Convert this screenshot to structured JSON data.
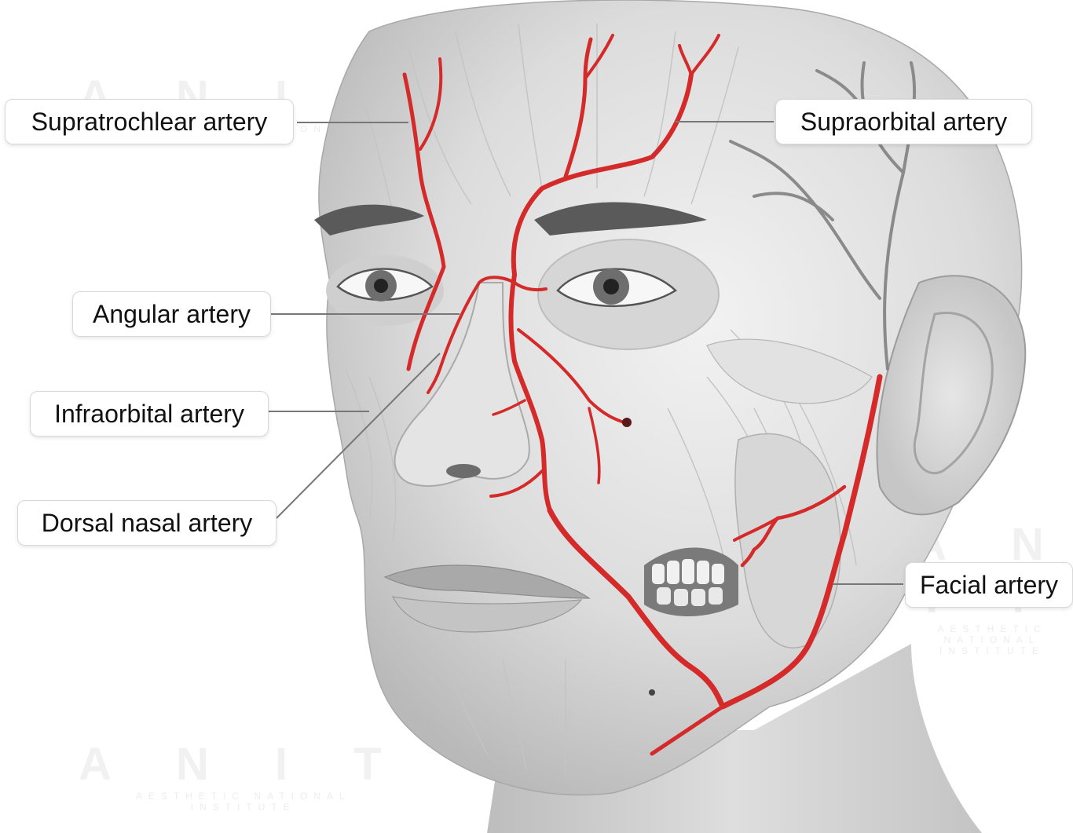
{
  "labels": {
    "supratrochlear": "Supratrochlear artery",
    "supraorbital": "Supraorbital artery",
    "angular": "Angular artery",
    "infraorbital": "Infraorbital artery",
    "dorsal_nasal": "Dorsal nasal artery",
    "facial": "Facial artery"
  },
  "watermark": {
    "letters": "A N I T",
    "line1": "AESTHETIC NATIONAL",
    "line2": "INSTITUTE"
  },
  "colors": {
    "artery": "#d42a2a",
    "vessel_gray": "#8a8a8a",
    "skin_light": "#ececec",
    "skin_mid": "#cfcfcf",
    "skin_dark": "#9a9a9a"
  }
}
